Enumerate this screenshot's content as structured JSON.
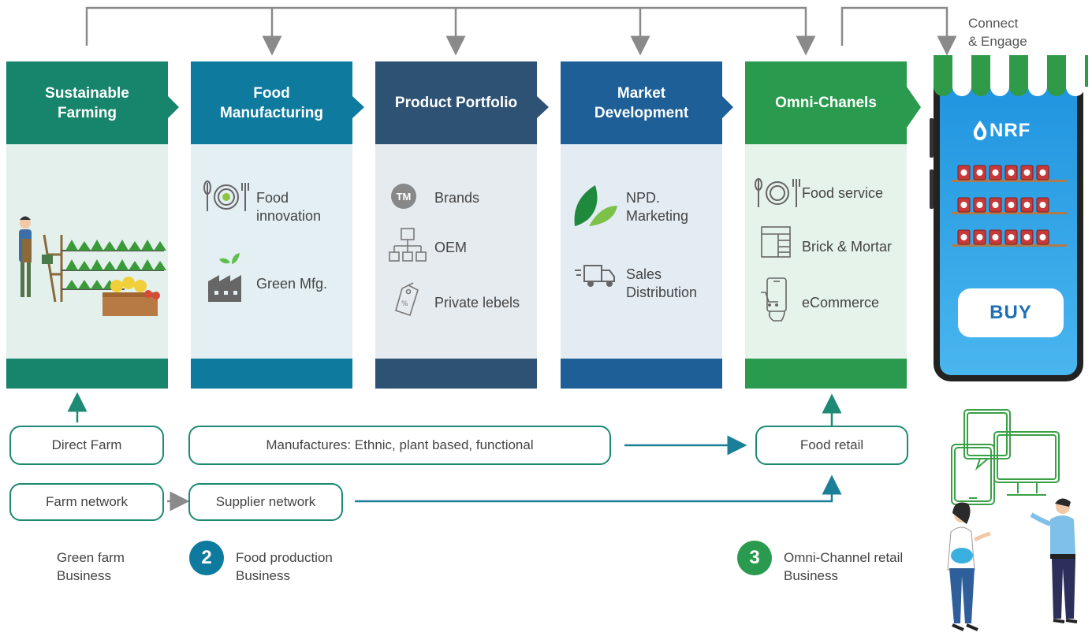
{
  "top_note": {
    "line1": "Connect",
    "line2": "& Engage"
  },
  "columns": [
    {
      "title": "Sustainable\nFarming",
      "head_color": "#17856b",
      "body_color": "#e3f0eb",
      "foot_color": "#17856b"
    },
    {
      "title": "Food\nManufacturing",
      "head_color": "#0e7a9e",
      "body_color": "#e4eff3",
      "foot_color": "#0e7a9e",
      "items": [
        "Food\ninnovation",
        "Green Mfg."
      ]
    },
    {
      "title": "Product Portfolio",
      "head_color": "#2d5273",
      "body_color": "#e6ebef",
      "foot_color": "#2d5273",
      "items": [
        "Brands",
        "OEM",
        "Private lebels"
      ],
      "tm_badge": "TM"
    },
    {
      "title": "Market\nDevelopment",
      "head_color": "#1d5f96",
      "body_color": "#e4ecf3",
      "foot_color": "#1d5f96",
      "items": [
        "NPD.\nMarketing",
        "Sales\nDistribution"
      ]
    },
    {
      "title": "Omni-Chanels",
      "head_color": "#2a9a4e",
      "body_color": "#e6f3ea",
      "foot_color": "#2a9a4e",
      "items": [
        "Food service",
        "Brick & Mortar",
        "eCommerce"
      ]
    }
  ],
  "phone": {
    "logo": "NRF",
    "buy_label": "BUY"
  },
  "pills": {
    "direct_farm": "Direct Farm",
    "manufactures": "Manufactures: Ethnic, plant based, functional",
    "food_retail": "Food retail",
    "farm_network": "Farm network",
    "supplier_network": "Supplier network"
  },
  "businesses": [
    {
      "number": "",
      "label": "Green farm\nBusiness"
    },
    {
      "number": "2",
      "label": "Food production\nBusiness",
      "color": "#0e7a9e"
    },
    {
      "number": "3",
      "label": "Omni-Channel retail\nBusiness",
      "color": "#2a9a4e"
    }
  ]
}
